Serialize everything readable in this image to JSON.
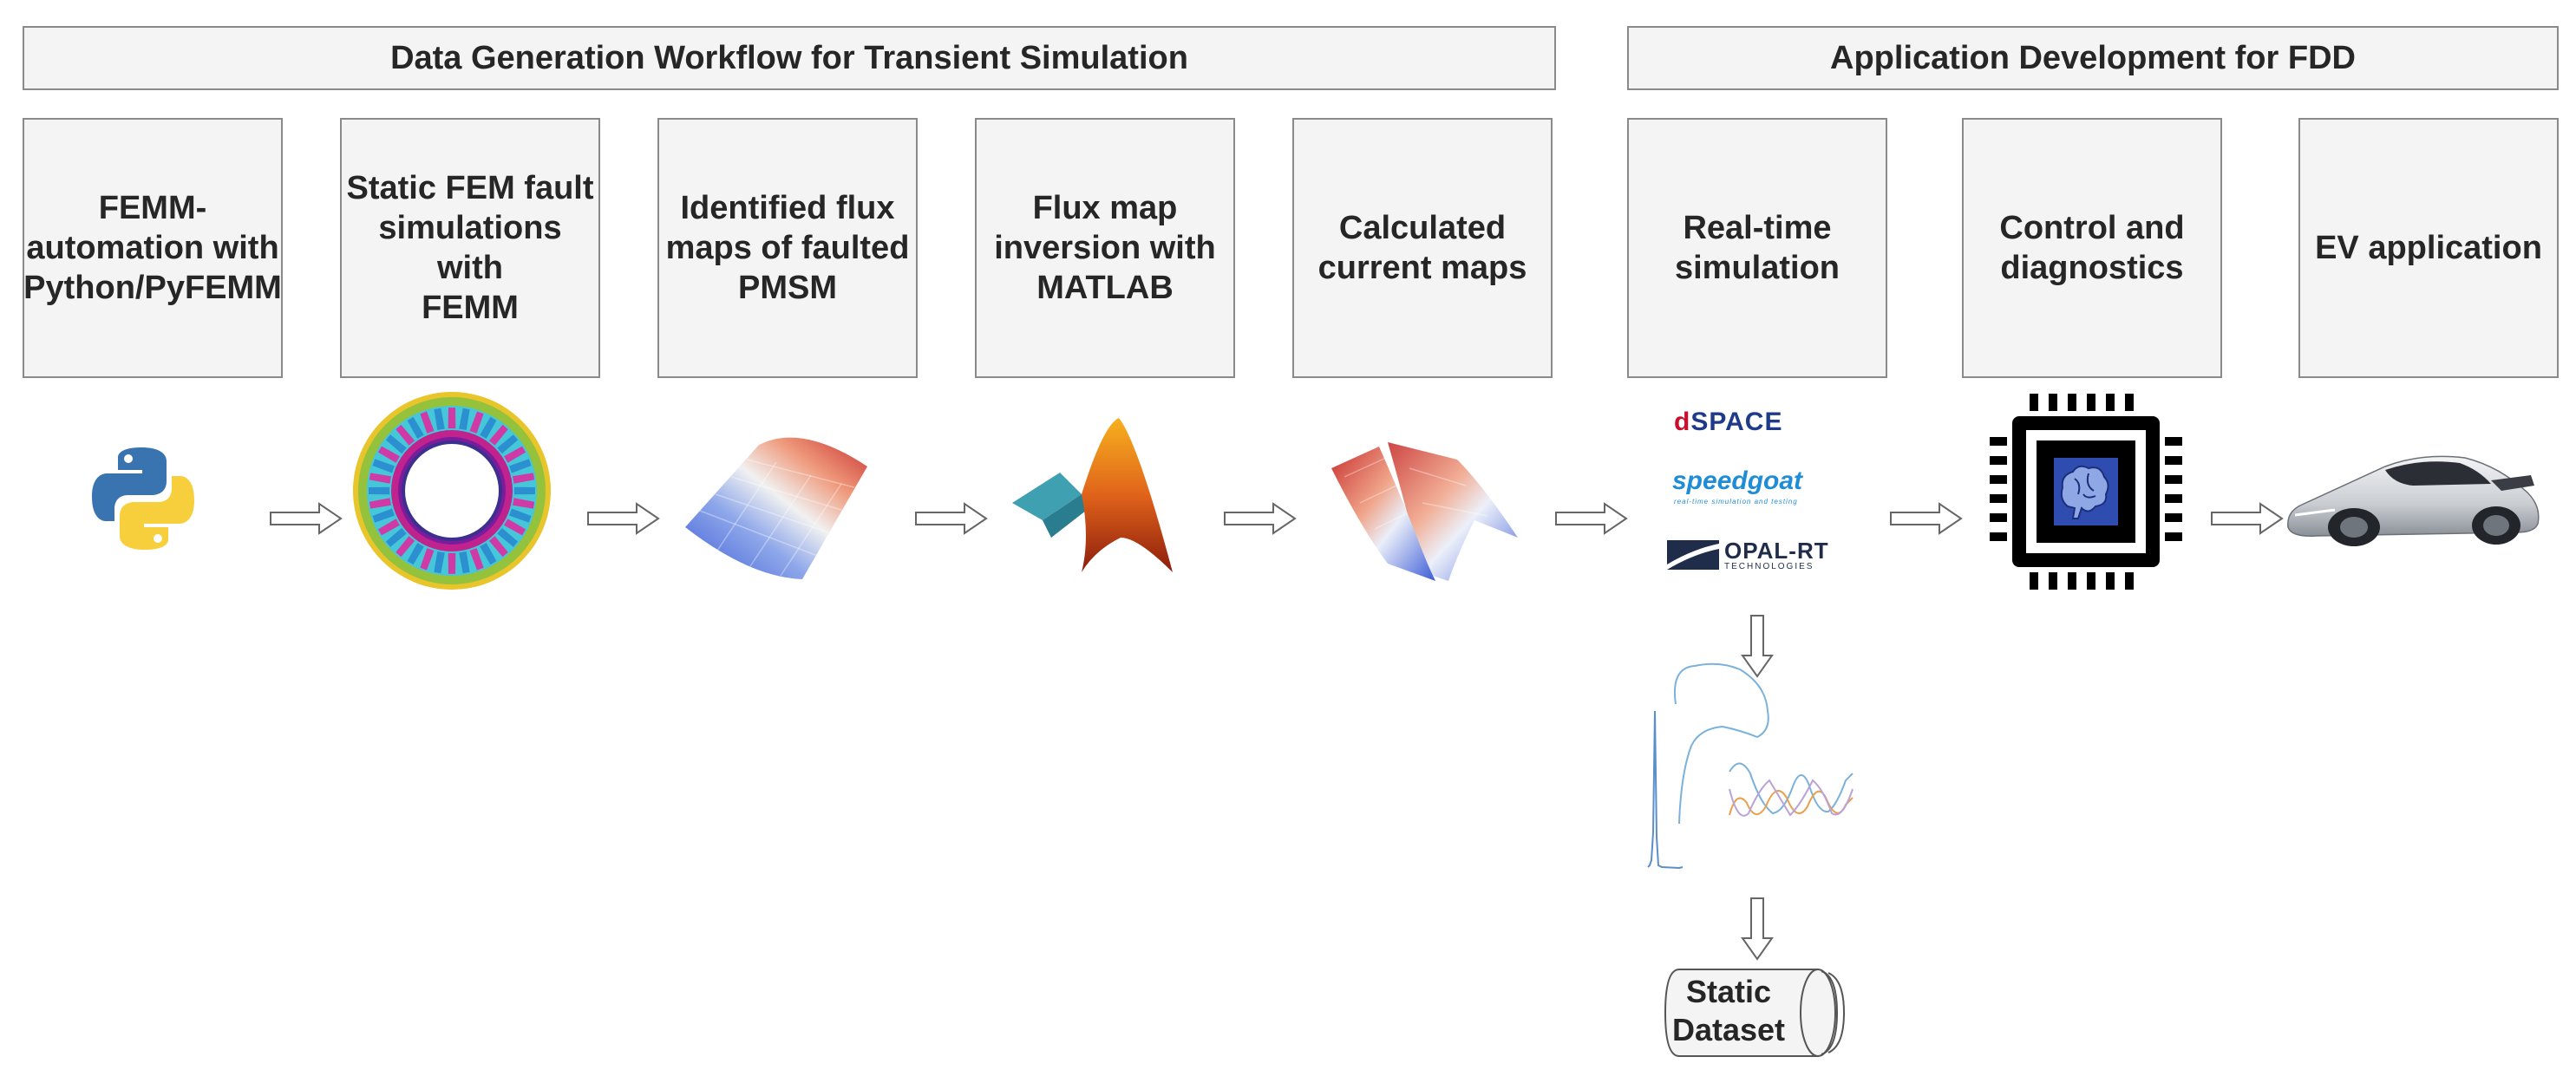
{
  "headers": {
    "left": "Data Generation Workflow for Transient Simulation",
    "right": "Application Development for FDD"
  },
  "boxes": [
    {
      "lines": [
        "FEMM-",
        "automation with",
        "Python/PyFEMM"
      ]
    },
    {
      "lines": [
        "Static FEM fault",
        "simulations with",
        "FEMM"
      ]
    },
    {
      "lines": [
        "Identified flux",
        "maps of faulted",
        "PMSM"
      ]
    },
    {
      "lines": [
        "Flux map",
        "inversion with",
        "MATLAB"
      ]
    },
    {
      "lines": [
        "Calculated",
        "current maps"
      ]
    },
    {
      "lines": [
        "Real-time",
        "simulation"
      ]
    },
    {
      "lines": [
        "Control and",
        "diagnostics"
      ]
    },
    {
      "lines": [
        "EV application"
      ]
    }
  ],
  "logos": {
    "dspace_d": "d",
    "dspace_rest": "SPACE",
    "speedgoat": "speedgoat",
    "speedgoat_tagline": "real-time simulation and testing",
    "opal": "OPAL-RT",
    "opal_sub": "TECHNOLOGIES"
  },
  "dataset": {
    "line1": "Static",
    "line2": "Dataset"
  },
  "colors": {
    "box_fill": "#f4f4f4",
    "box_border": "#8a8a8a",
    "text": "#262626"
  }
}
